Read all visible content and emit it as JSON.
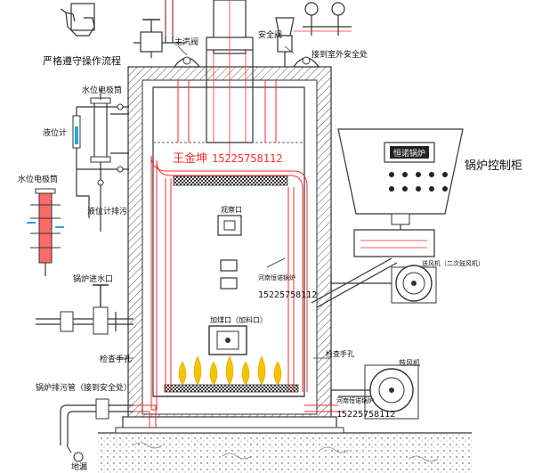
{
  "labels": {
    "strict_operation": "严格遵守操作流程",
    "main_valve": "主汽阀",
    "safety_valve": "安全阀",
    "connect_outdoor_safety": "接到室外安全处",
    "water_level_cylinder_1": "水位电极筒",
    "level_gauge": "液位计",
    "water_level_cylinder_2": "水位电极筒",
    "level_gauge_drain": "液位计排污",
    "boiler_inlet": "锅炉进水口",
    "inspection_hole_1": "检查手孔",
    "inspection_hole_2": "检查手孔",
    "blowdown_pipe": "锅炉排污管（接到安全处）",
    "floor_drain": "地漏",
    "inspection_port": "观察口",
    "feed_port": "加煤口（加料口）",
    "control_cabinet": "锅炉控制柜",
    "fan_secondary": "送风机（二次鼓风机）",
    "induced_fan": "鼓风机",
    "manufacturer_1": "河南恒诺锅炉",
    "manufacturer_2": "河南恒诺锅炉"
  },
  "watermark": {
    "name": "王金坤",
    "phone": "15225758112"
  },
  "phones": {
    "mid": "15225758112",
    "bottom": "15225758112"
  },
  "cabinet": {
    "display": "恒诺锅炉"
  },
  "colors": {
    "line": "#333333",
    "red": "#ff2a2a",
    "flame": "#f5c400",
    "water": "#2aa6e0",
    "floor": "#bdbdbd"
  }
}
